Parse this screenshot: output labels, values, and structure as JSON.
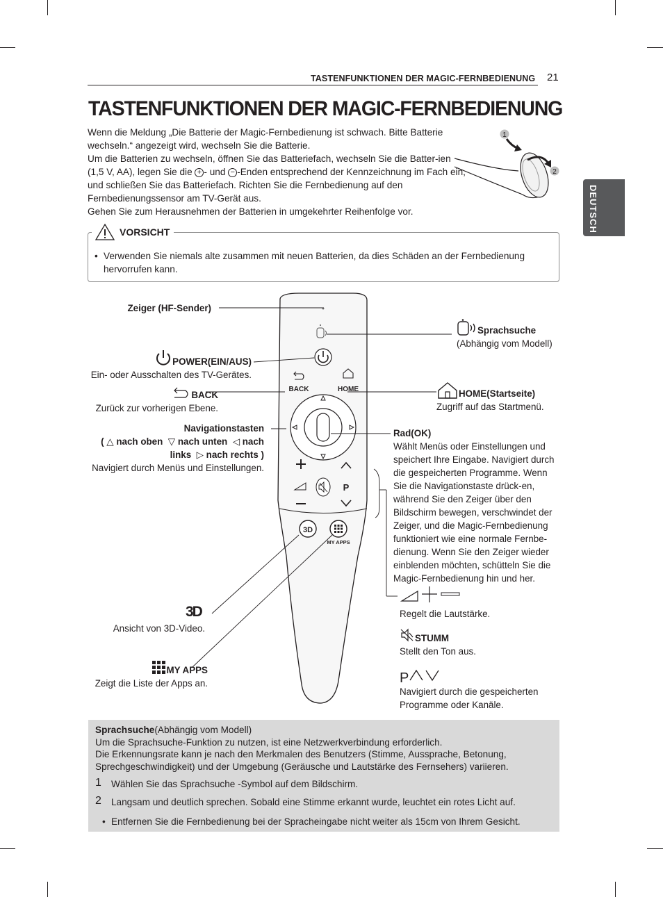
{
  "header": {
    "section": "TASTENFUNKTIONEN DER MAGIC-FERNBEDIENUNG",
    "page": "21"
  },
  "side_tab": "DEUTSCH",
  "title": "TASTENFUNKTIONEN DER MAGIC-FERNBEDIENUNG",
  "intro": {
    "p1": "Wenn die Meldung „Die Batterie der Magic-Fernbedienung ist schwach. Bitte Batterie wechseln.“ angezeigt wird, wechseln Sie die Batterie.",
    "p2a": "Um die Batterien zu wechseln, öffnen Sie das Batteriefach, wechseln Sie die Batter-ien (1,5 V, AA), legen Sie die ",
    "p2b": "- und ",
    "p2c": "-Enden entsprechend der Kennzeichnung im Fach ein, und schließen Sie das Batteriefach. Richten Sie die Fernbedienung auf den Fernbedienungssensor am TV-Gerät aus.",
    "p3": "Gehen Sie zum Herausnehmen der Batterien in umgekehrter Reihenfolge vor."
  },
  "battery_figure": {
    "step1": "1",
    "step2": "2"
  },
  "caution": {
    "title": "VORSICHT",
    "item": "Verwenden Sie niemals alte zusammen mit neuen Batterien, da dies Schäden an der Fernbedienung hervorrufen kann."
  },
  "remote": {
    "back": "BACK",
    "home": "HOME",
    "p": "P",
    "my_apps": "MY APPS"
  },
  "labels": {
    "pointer": "Zeiger (HF-Sender)",
    "power_title": "POWER(EIN/AUS)",
    "power_desc": "Ein- oder Ausschalten des TV-Gerätes.",
    "back_title": "BACK",
    "back_desc": "Zurück zur vorherigen Ebene.",
    "nav_title": "Navigationstasten",
    "nav_up": "nach oben",
    "nav_down": "nach unten",
    "nav_left_a": "nach",
    "nav_left_b": "links",
    "nav_right": "nach rechts )",
    "nav_desc": "Navigiert durch Menüs und Einstellungen.",
    "threed_desc": "Ansicht von 3D-Video.",
    "myapps_title": "MY APPS",
    "myapps_desc": "Zeigt die Liste der Apps an.",
    "voice_title": "Sprachsuche",
    "voice_sub": "(Abhängig vom Modell)",
    "home_title": "HOME(Startseite)",
    "home_desc": "Zugriff auf das Startmenü.",
    "wheel_title": "Rad(OK)",
    "wheel_desc": "Wählt Menüs oder Einstellungen und speichert Ihre Eingabe. Navigiert durch die gespeicherten Programme. Wenn Sie die Navigationstaste drück-en, während Sie den Zeiger über den Bildschirm bewegen, verschwindet der Zeiger, und die Magic-Fernbedienung funktioniert wie eine normale Fernbe-dienung. Wenn Sie den Zeiger wieder einblenden möchten, schütteln Sie die Magic-Fernbedienung hin und her.",
    "volume_desc": "Regelt die Lautstärke.",
    "mute_title": "STUMM",
    "mute_desc": "Stellt den Ton aus.",
    "prog_p": "P",
    "prog_desc": "Navigiert durch die gespeicherten Programme oder Kanäle."
  },
  "info_box": {
    "title": "Sprachsuche",
    "title_sub": "(Abhängig vom Modell)",
    "line1": "Um die Sprachsuche-Funktion zu nutzen, ist eine Netzwerkverbindung erforderlich.",
    "line2": "Die Erkennungsrate kann je nach den Merkmalen des Benutzers (Stimme, Aussprache, Betonung, Sprechgeschwindigkeit) und der Umgebung (Geräusche und Lautstärke des Fernsehers) variieren.",
    "steps": [
      {
        "num": "1",
        "text": "Wählen Sie das Sprachsuche -Symbol auf dem Bildschirm."
      },
      {
        "num": "2",
        "text": "Langsam und deutlich sprechen. Sobald eine Stimme erkannt wurde, leuchtet ein rotes Licht auf."
      }
    ],
    "bullet": "Entfernen Sie die Fernbedienung bei der Spracheingabe nicht weiter als 15cm von Ihrem Gesicht."
  }
}
